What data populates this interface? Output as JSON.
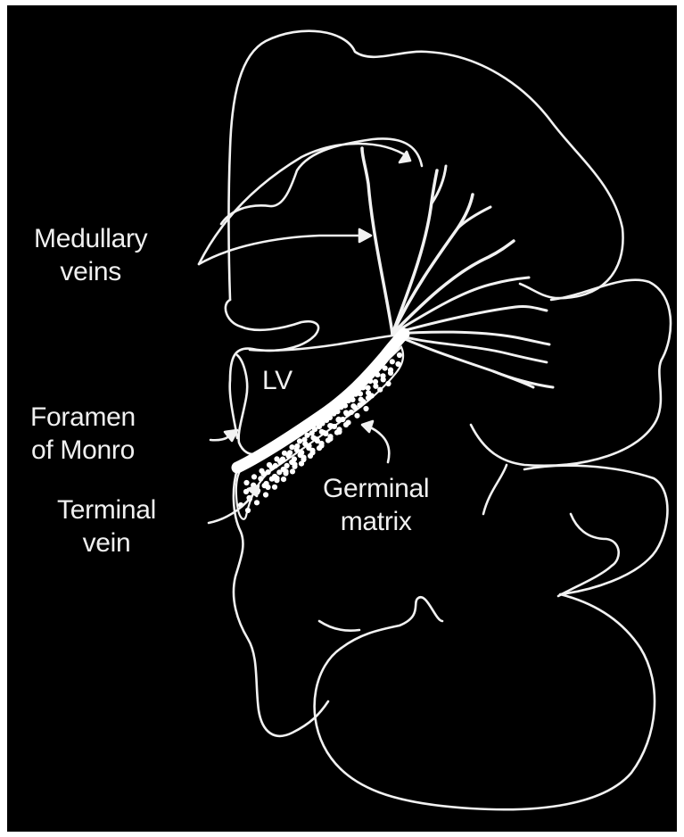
{
  "colors": {
    "background": "#000000",
    "line": "#f2f2f2",
    "text": "#f0f0f0",
    "dot": "#ffffff"
  },
  "labels": {
    "medullary": [
      "Medullary",
      "veins"
    ],
    "lv": "LV",
    "foramen": [
      "Foramen",
      "of Monro"
    ],
    "terminal": [
      "Terminal",
      "vein"
    ],
    "germinal": [
      "Germinal",
      "matrix"
    ]
  }
}
